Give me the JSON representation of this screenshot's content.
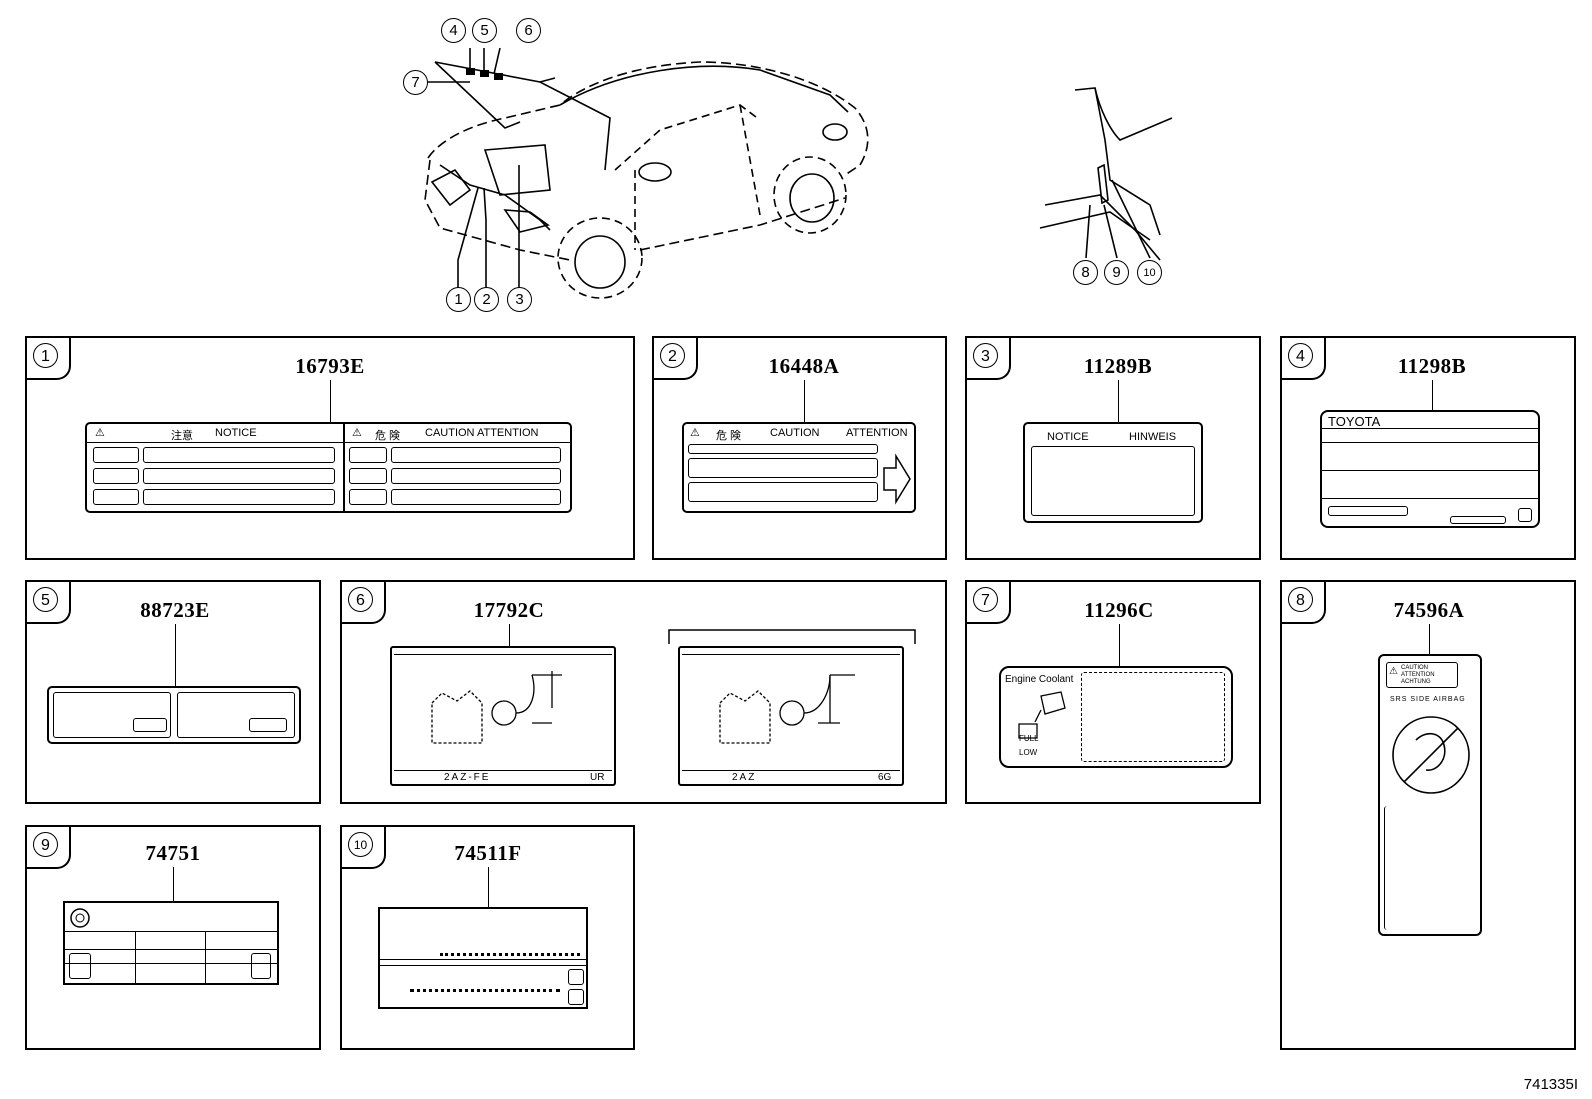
{
  "callouts": [
    "1",
    "2",
    "3",
    "4",
    "5",
    "6",
    "7",
    "8",
    "9",
    "10"
  ],
  "panels": {
    "p1": {
      "num": "1",
      "part": "16793E",
      "notice_jp": "注意",
      "notice": "NOTICE",
      "danger_jp": "危 険",
      "caution": "CAUTION  ATTENTION"
    },
    "p2": {
      "num": "2",
      "part": "16448A",
      "danger_jp": "危 険",
      "caution": "CAUTION",
      "attention": "ATTENTION"
    },
    "p3": {
      "num": "3",
      "part": "11289B",
      "notice": "NOTICE",
      "hinweis": "HINWEIS"
    },
    "p4": {
      "num": "4",
      "part": "11298B",
      "brand": "TOYOTA"
    },
    "p5": {
      "num": "5",
      "part": "88723E"
    },
    "p6": {
      "num": "6",
      "part": "17792C",
      "engine_a": "2AZ-FE",
      "code_a": "UR",
      "engine_b": "2AZ",
      "code_b": "6G"
    },
    "p7": {
      "num": "7",
      "part": "11296C",
      "coolant": "Engine Coolant",
      "full": "FULL",
      "low": "LOW"
    },
    "p8": {
      "num": "8",
      "part": "74596A",
      "caution": "CAUTION ATTENTION ACHTUNG",
      "airbag": "SRS SIDE AIRBAG"
    },
    "p9": {
      "num": "9",
      "part": "74751"
    },
    "p10": {
      "num": "10",
      "part": "74511F"
    }
  },
  "figure_id": "741335I"
}
